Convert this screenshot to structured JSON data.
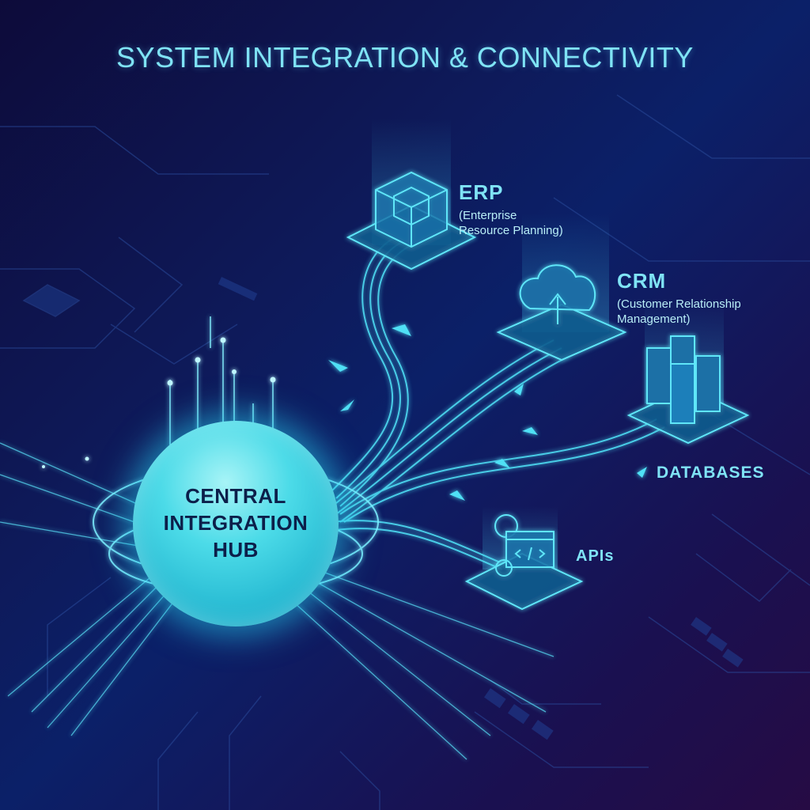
{
  "title": "SYSTEM INTEGRATION & CONNECTIVITY",
  "hub": {
    "line1": "CENTRAL",
    "line2": "INTEGRATION",
    "line3": "HUB",
    "icon": "glowing-sphere"
  },
  "nodes": {
    "erp": {
      "label": "ERP",
      "sub1": "(Enterprise",
      "sub2": "Resource Planning)",
      "icon": "cube-icon"
    },
    "crm": {
      "label": "CRM",
      "sub1": "(Customer Relationship",
      "sub2": "Management)",
      "icon": "cloud-upload-icon"
    },
    "databases": {
      "label": "DATABASES",
      "icon": "server-stack-icon"
    },
    "apis": {
      "label": "APIs",
      "icon": "code-window-gear-icon"
    }
  },
  "colors": {
    "accent": "#7fe3f5",
    "glow": "#2fd6ef",
    "hub_text": "#0c1f4a",
    "background_dark": "#0d0b3a",
    "background_purple": "#260b44"
  }
}
